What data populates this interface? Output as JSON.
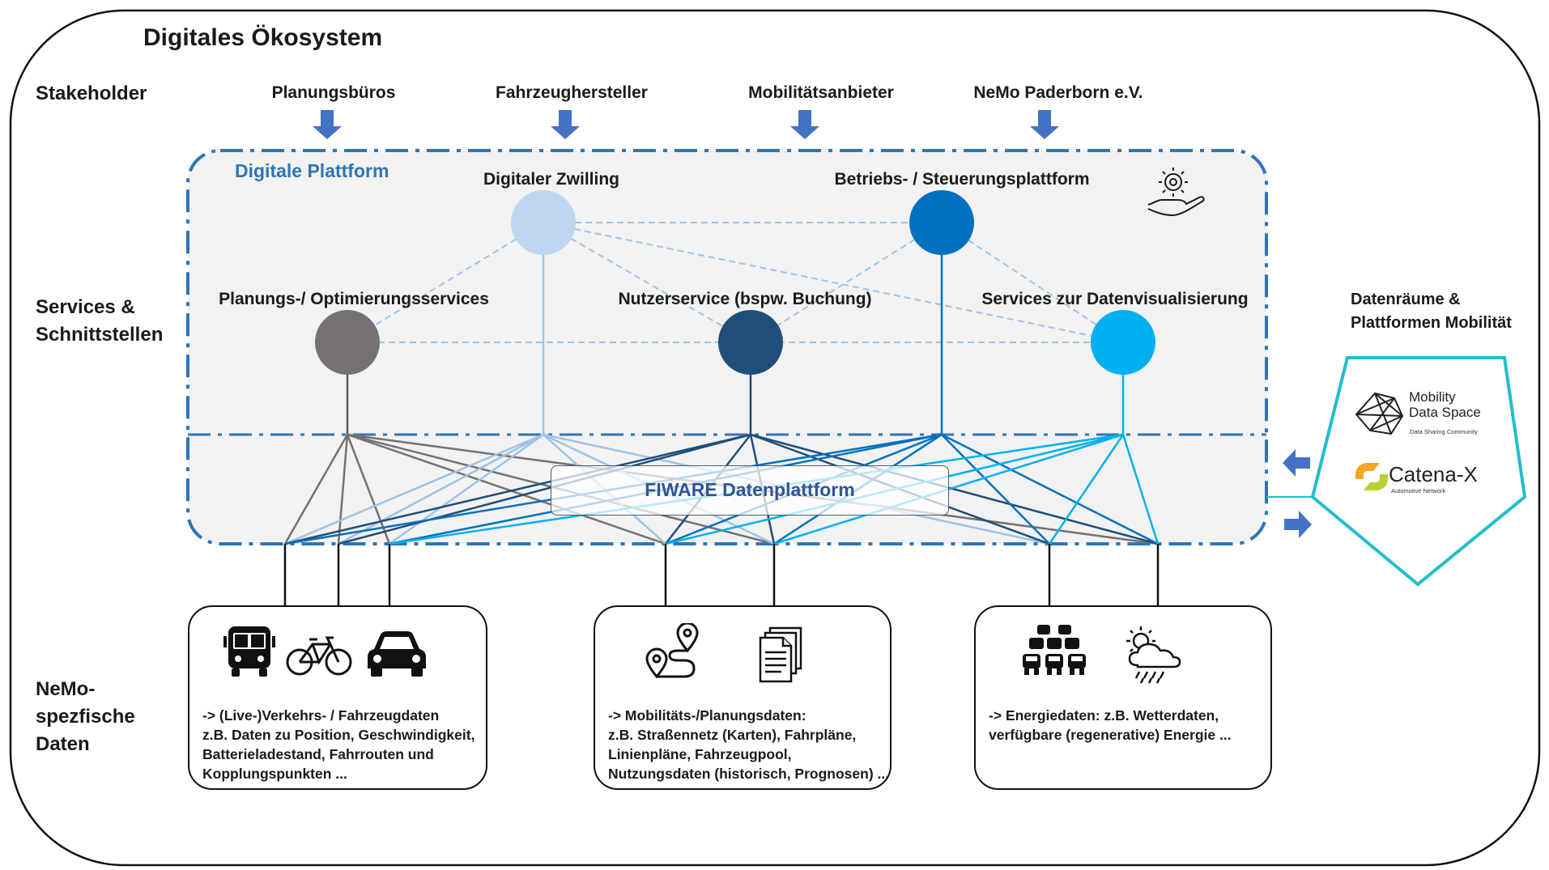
{
  "title": "Digitales Ökosystem",
  "rows": {
    "stakeholder": "Stakeholder",
    "services": [
      "Services &",
      "Schnittstellen"
    ],
    "data": [
      "NeMo-",
      "spezfische",
      "Daten"
    ]
  },
  "stakeholders": [
    "Planungsbüros",
    "Fahrzeughersteller",
    "Mobilitätsanbieter",
    "NeMo Paderborn e.V."
  ],
  "platform": {
    "title": "Digitale Plattform",
    "nodes": {
      "twin": "Digitaler Zwilling",
      "ops": "Betriebs- / Steuerungsplattform",
      "planning": "Planungs-/ Optimierungsservices",
      "user": "Nutzerservice (bspw. Buchung)",
      "vis": "Services zur Datenvisualisierung"
    },
    "fiware": "FIWARE Datenplattform"
  },
  "data_boxes": [
    {
      "lines": [
        "-> (Live-)Verkehrs- / Fahrzeugdaten",
        "z.B. Daten zu Position, Geschwindigkeit,",
        "Batterieladestand, Fahrrouten und",
        "Kopplungspunkten ..."
      ],
      "icons": [
        "bus-icon",
        "bicycle-icon",
        "car-icon"
      ]
    },
    {
      "lines": [
        "-> Mobilitäts-/Planungsdaten:",
        "z.B. Straßennetz (Karten), Fahrpläne,",
        "Linienpläne, Fahrzeugpool,",
        "Nutzungsdaten (historisch, Prognosen) ..."
      ],
      "icons": [
        "route-map-icon",
        "documents-icon"
      ]
    },
    {
      "lines": [
        "-> Energiedaten: z.B. Wetterdaten,",
        "verfügbare (regenerative) Energie ..."
      ],
      "icons": [
        "traffic-icon",
        "weather-icon"
      ]
    }
  ],
  "data_spaces": {
    "title": [
      "Datenräume &",
      "Plattformen Mobilität"
    ],
    "mobility_data_space": {
      "name": [
        "Mobility",
        "Data Space"
      ],
      "tagline": "Data Sharing Community"
    },
    "catena_x": {
      "name": "Catena-X",
      "tagline": "Automotive Network"
    }
  },
  "colors": {
    "platform_border": "#2e75b6",
    "twin": "#bdd7ee",
    "ops": "#0070c0",
    "planning": "#767171",
    "user": "#1f4e79",
    "vis": "#00b0f0",
    "pentagon": "#1fbfc9",
    "arrow": "#4472c4"
  }
}
